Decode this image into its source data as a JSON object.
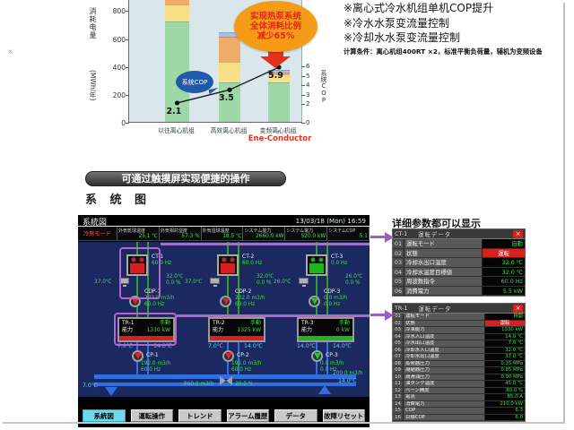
{
  "page": {
    "banner": "可通过触摸屏实现便捷的操作",
    "section_title": "系 统 图",
    "detail_caption": "详细参数都可以显示",
    "artifact": "×"
  },
  "chart_data": {
    "type": "bar",
    "stacked": true,
    "categories": [
      "以往离心机组",
      "高效离心机组",
      "变频离心机组"
    ],
    "category3_plus": "+",
    "category3_brand": "Ene-Conductor",
    "series": [
      {
        "name": "segment-green",
        "color": "#9ed8a6",
        "values": [
          720,
          280,
          280
        ]
      },
      {
        "name": "segment-yellow",
        "color": "#f6df85",
        "values": [
          120,
          150,
          60
        ]
      },
      {
        "name": "segment-orange",
        "color": "#f0ab67",
        "values": [
          60,
          180,
          15
        ]
      },
      {
        "name": "segment-blue",
        "color": "#a9bde8",
        "values": [
          0,
          30,
          20
        ]
      }
    ],
    "cop_series": {
      "name": "系统COP",
      "values": [
        2.1,
        3.5,
        5.9
      ]
    },
    "ylabel_left": "消耗电量",
    "ylabel_left_unit": "(MWh/年)",
    "ylabel_right": "系统COP",
    "left_ticks": [
      0,
      200,
      400,
      600,
      800
    ],
    "right_ticks": [
      0,
      2,
      3,
      4,
      5,
      6
    ],
    "ylim_left": [
      0,
      880
    ],
    "ylim_right": [
      0,
      6
    ],
    "legend_position": "none",
    "callout_cop": "系统COP",
    "highlight_lines": [
      "实现热泵系统",
      "全体消耗比例",
      "减少65%"
    ],
    "notes": [
      "※离心式冷水机组单机COP提升",
      "※冷水水泵变流量控制",
      "※冷却水水泵变流量控制"
    ],
    "condition": "计算条件：离心机组400RT ×2，标准平衡负荷量，辅机为变频设备"
  },
  "scada": {
    "title": "系統図",
    "datetime": "13/03/18 (Mon) 16:59",
    "mode": "冷房モード",
    "stats": [
      {
        "label": "外気乾球温度",
        "value": "25.1 ℃"
      },
      {
        "label": "外気相対湿度",
        "value": "57.3 %"
      },
      {
        "label": "外気湿球温度",
        "value": "18.5 ℃"
      },
      {
        "label": "システム能力",
        "value": "2660.0 kW"
      },
      {
        "label": "システム電力",
        "value": "520.0 kW"
      },
      {
        "label": "システムCOP",
        "value": "5.1"
      }
    ],
    "columns": [
      {
        "ct": "CT-1",
        "ct_hz": "60.0 Hz",
        "cond_out": "37.0℃",
        "ct_temp": "32.0℃",
        "ct_pct": "0.0 %",
        "cdp": "CDP-1",
        "cdp_flow": "202.0 m3/h",
        "cdp_hz": "60.0 Hz",
        "tr": "TR-1",
        "tr_mode": "手動",
        "cap_label": "能力",
        "cap": "1330 kW",
        "chw_out": "7.0℃",
        "chw_in": "14.0℃",
        "cp": "CP-1",
        "cp_flow": "192.0 m3/h",
        "cp_hz": "60.0 Hz",
        "state": "run"
      },
      {
        "ct": "CT-2",
        "ct_hz": "60.0 Hz",
        "cond_out": "37.0℃",
        "ct_temp": "32.0℃",
        "ct_pct": "0.0 %",
        "cdp": "CDP-2",
        "cdp_flow": "202.0 m3/h",
        "cdp_hz": "60.0 Hz",
        "tr": "TR-2",
        "tr_mode": "手動",
        "cap_label": "能力",
        "cap": "1325 kW",
        "chw_out": "7.0℃",
        "chw_in": "14.0℃",
        "cp": "CP-2",
        "cp_flow": "192.0 m3/h",
        "cp_hz": "60.0 Hz",
        "state": "run"
      },
      {
        "ct": "CT-3",
        "ct_hz": "0.0 Hz",
        "cond_out": "26.0℃",
        "ct_temp": "26.0℃",
        "ct_pct": "0.0 %",
        "cdp": "CDP-3",
        "cdp_flow": "0.0 m3/h",
        "cdp_hz": "0.0 Hz",
        "tr": "TR-3",
        "tr_mode": "手動",
        "cap_label": "能力",
        "cap": "0 kW",
        "chw_out": "14.0℃",
        "chw_in": "14.0℃",
        "cp": "CP-3",
        "cp_flow": "0.0 m3/h",
        "cp_hz": "0.0 Hz",
        "state": "stop"
      }
    ],
    "bottom": {
      "supply_temp": "7.0℃",
      "header_flow": "860.0 m3/h",
      "valve_pos": "20.0 %",
      "return_flow": "200.0 m3/h",
      "return_temp": "14.0℃"
    },
    "buttons": [
      {
        "label": "系統図",
        "active": true
      },
      {
        "label": "運転操作",
        "active": false
      },
      {
        "label": "トレンド",
        "active": false
      },
      {
        "label": "アラーム履歴",
        "active": false
      },
      {
        "label": "データ",
        "active": false
      },
      {
        "label": "故障リセット",
        "active": false
      }
    ]
  },
  "panels": [
    {
      "tag": "CT-1",
      "title": "運転データ",
      "close": "×",
      "rows": [
        {
          "no": "01",
          "label": "運転モード",
          "value": "自動",
          "red": false
        },
        {
          "no": "02",
          "label": "状態",
          "value": "運転",
          "red": true
        },
        {
          "no": "03",
          "label": "冷却水出口温度",
          "value": "32.0 ℃",
          "red": false
        },
        {
          "no": "04",
          "label": "冷却水温度目標値",
          "value": "32.0 ℃",
          "red": false
        },
        {
          "no": "05",
          "label": "周波数指令",
          "value": "60.0 Hz",
          "red": false
        },
        {
          "no": "06",
          "label": "消費電力",
          "value": "5.5 kW",
          "red": false
        }
      ]
    },
    {
      "tag": "TR-1",
      "title": "運転データ",
      "close": "×",
      "rows": [
        {
          "no": "01",
          "label": "運転モード",
          "value": "自動",
          "red": false
        },
        {
          "no": "02",
          "label": "状態",
          "value": "運転",
          "red": true
        },
        {
          "no": "03",
          "label": "冷凍能力",
          "value": "1330 kW",
          "red": false
        },
        {
          "no": "04",
          "label": "冷水入口温度",
          "value": "14.0 ℃",
          "red": false
        },
        {
          "no": "05",
          "label": "冷水出口温度",
          "value": "7.0 ℃",
          "red": false
        },
        {
          "no": "06",
          "label": "冷却水入口温度",
          "value": "32.0 ℃",
          "red": false
        },
        {
          "no": "07",
          "label": "冷却水出口温度",
          "value": "37.0 ℃",
          "red": false
        },
        {
          "no": "08",
          "label": "蒸発器圧力",
          "value": "0.35 MPa",
          "red": false
        },
        {
          "no": "09",
          "label": "凝縮器圧力",
          "value": "0.85 MPa",
          "red": false
        },
        {
          "no": "10",
          "label": "潤滑油圧力",
          "value": "0.90 MPa",
          "red": false
        },
        {
          "no": "11",
          "label": "油タンク温度",
          "value": "45.0 ℃",
          "red": false
        },
        {
          "no": "12",
          "label": "ベーン開度",
          "value": "80.0 %",
          "red": false
        },
        {
          "no": "13",
          "label": "電流",
          "value": "85.0 A",
          "red": false
        },
        {
          "no": "14",
          "label": "消費電力",
          "value": "210.0 kW",
          "red": false
        },
        {
          "no": "15",
          "label": "COP",
          "value": "6.3",
          "red": false
        },
        {
          "no": "16",
          "label": "目標COP",
          "value": "6.0",
          "red": false
        }
      ]
    }
  ],
  "colors": {
    "accent_purple": "#9a5fc6",
    "run_red": "#d81f1f",
    "stop_green": "#1fb51f",
    "value_green": "#35e23c",
    "pipe_blue": "#2f6fe0",
    "pipe_green": "#2f9e2f",
    "highlight_orange": "#f49c18",
    "highlight_text_red": "#e02a1a"
  }
}
